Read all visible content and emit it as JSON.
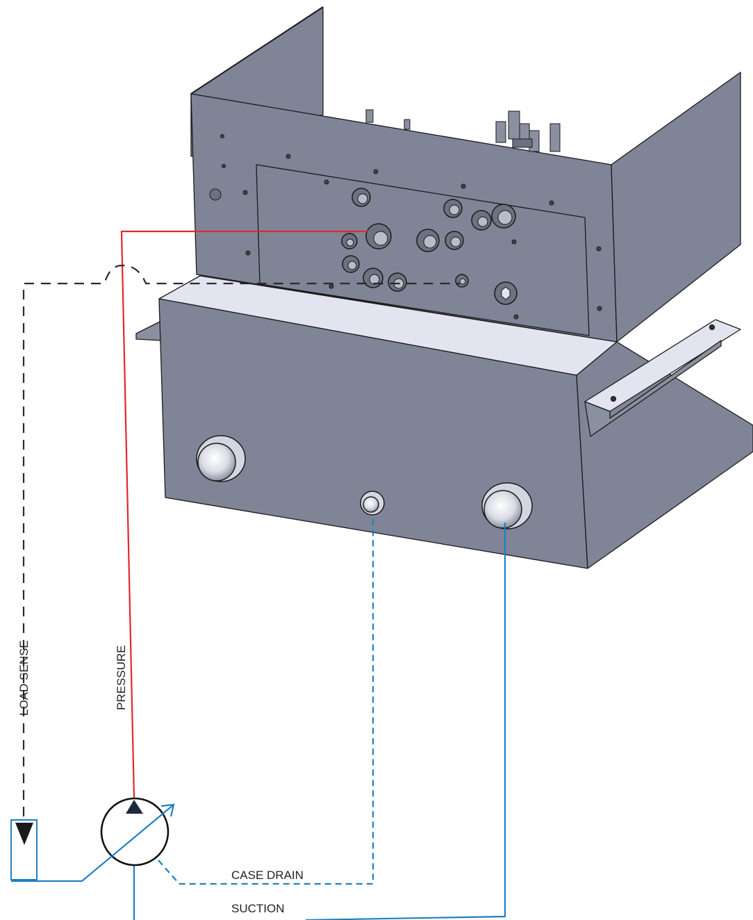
{
  "labels": {
    "load_sense": "LOAD SENSE",
    "pressure": "PRESSURE",
    "case_drain": "CASE DRAIN",
    "suction": "SUCTION"
  },
  "colors": {
    "pressure_line": "#e3262f",
    "load_sense_line": "#2a2a2a",
    "tank_lines": "#1f7fc1",
    "housing_body": "#7f8596",
    "housing_top": "#e2e5ef",
    "outline": "#1a1a1a"
  }
}
